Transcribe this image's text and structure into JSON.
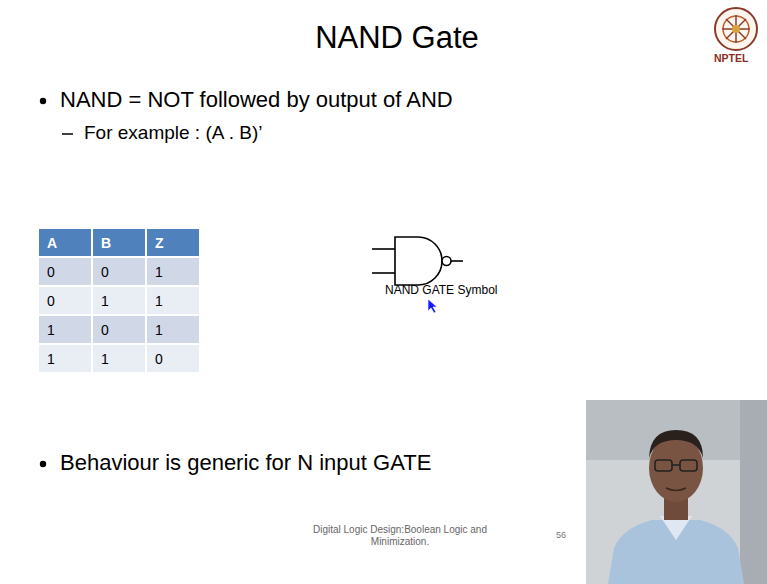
{
  "diagram": {
    "title": "NAND Gate",
    "labels": [
      "NAND = NOT followed by output of AND",
      "For example : (A . B)’",
      "A",
      "B",
      "Z",
      "0",
      "0",
      "1",
      "0",
      "1",
      "1",
      "1",
      "0",
      "1",
      "1",
      "1",
      "0",
      "NAND GATE Symbol",
      "Behaviour is generic for N input GATE",
      "Digital Logic Design:Boolean Logic and Minimization.",
      "56",
      "NPTEL"
    ]
  }
}
